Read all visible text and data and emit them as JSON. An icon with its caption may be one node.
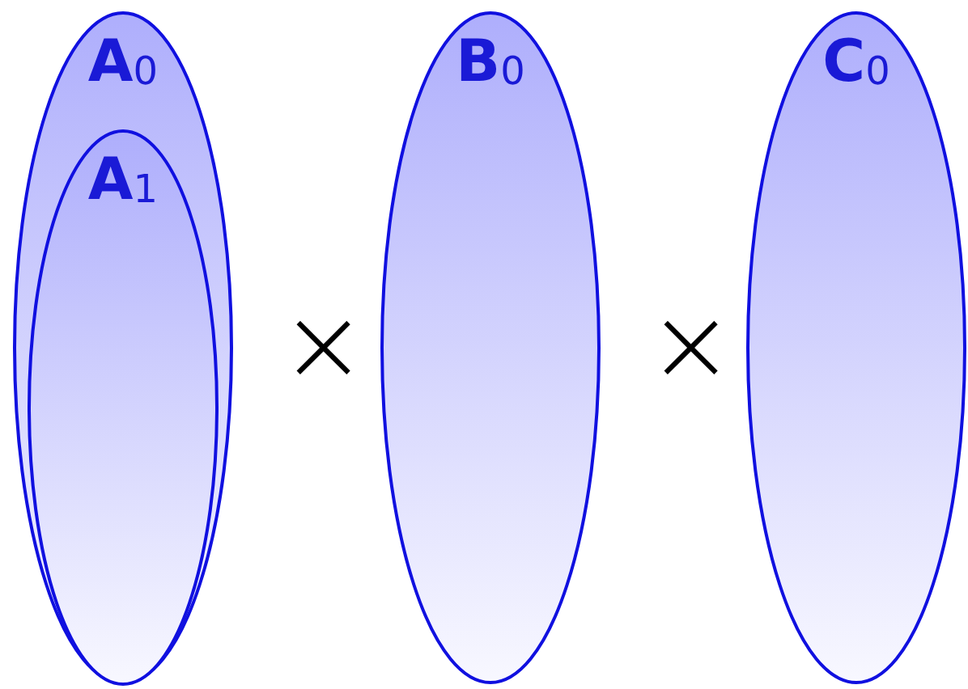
{
  "diagram": {
    "nodes": [
      {
        "text": [
          "**A**$_{0}$"
        ]
      },
      {
        "text": [
          "**A**$_{1}$"
        ],
        "in": 0
      },
      {
        "text": [
          "**B**$_{0}$"
        ]
      },
      {
        "text": [
          "**C**$_{0}$"
        ]
      }
    ],
    "labels": [
      "×",
      "×"
    ]
  }
}
